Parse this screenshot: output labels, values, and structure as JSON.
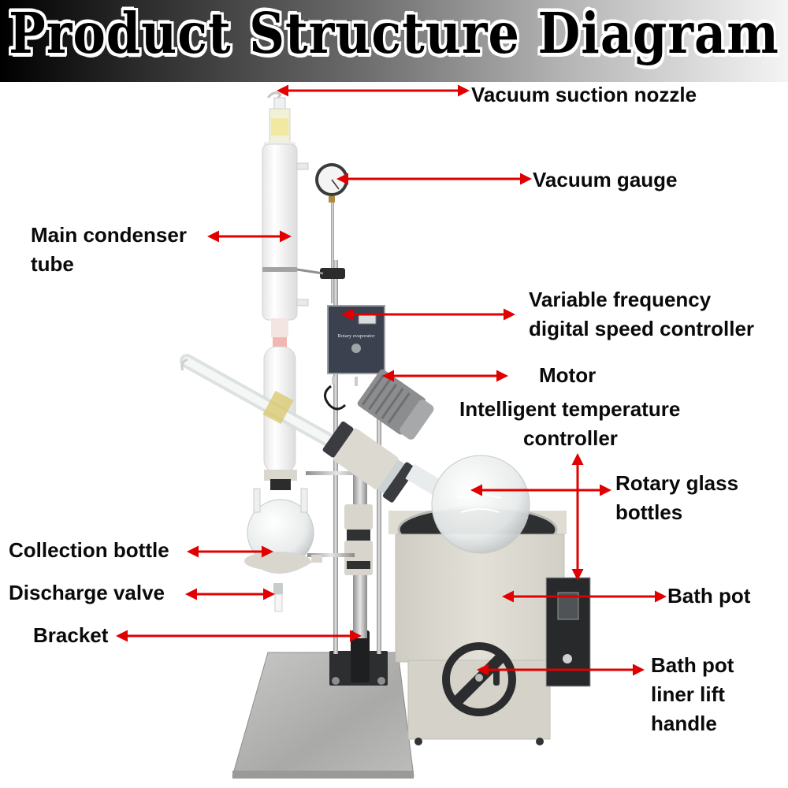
{
  "header": {
    "title": "Product Structure Diagram"
  },
  "labels": {
    "vacuum_suction_nozzle": "Vacuum suction nozzle",
    "vacuum_gauge": "Vacuum gauge",
    "main_condenser_tube_line1": "Main condenser",
    "main_condenser_tube_line2": "tube",
    "speed_controller_line1": "Variable frequency",
    "speed_controller_line2": "digital speed controller",
    "motor": "Motor",
    "temp_controller_line1": "Intelligent temperature",
    "temp_controller_line2": "controller",
    "rotary_bottles_line1": "Rotary glass",
    "rotary_bottles_line2": "bottles",
    "collection_bottle": "Collection bottle",
    "discharge_valve": "Discharge valve",
    "bracket": "Bracket",
    "bath_pot": "Bath pot",
    "lift_handle_line1": "Bath pot",
    "lift_handle_line2": "liner lift",
    "lift_handle_line3": "handle"
  },
  "device": {
    "controller_panel_text": "Rotary evaporator"
  },
  "colors": {
    "arrow": "#e00000",
    "label_text": "#0a0a0a"
  }
}
